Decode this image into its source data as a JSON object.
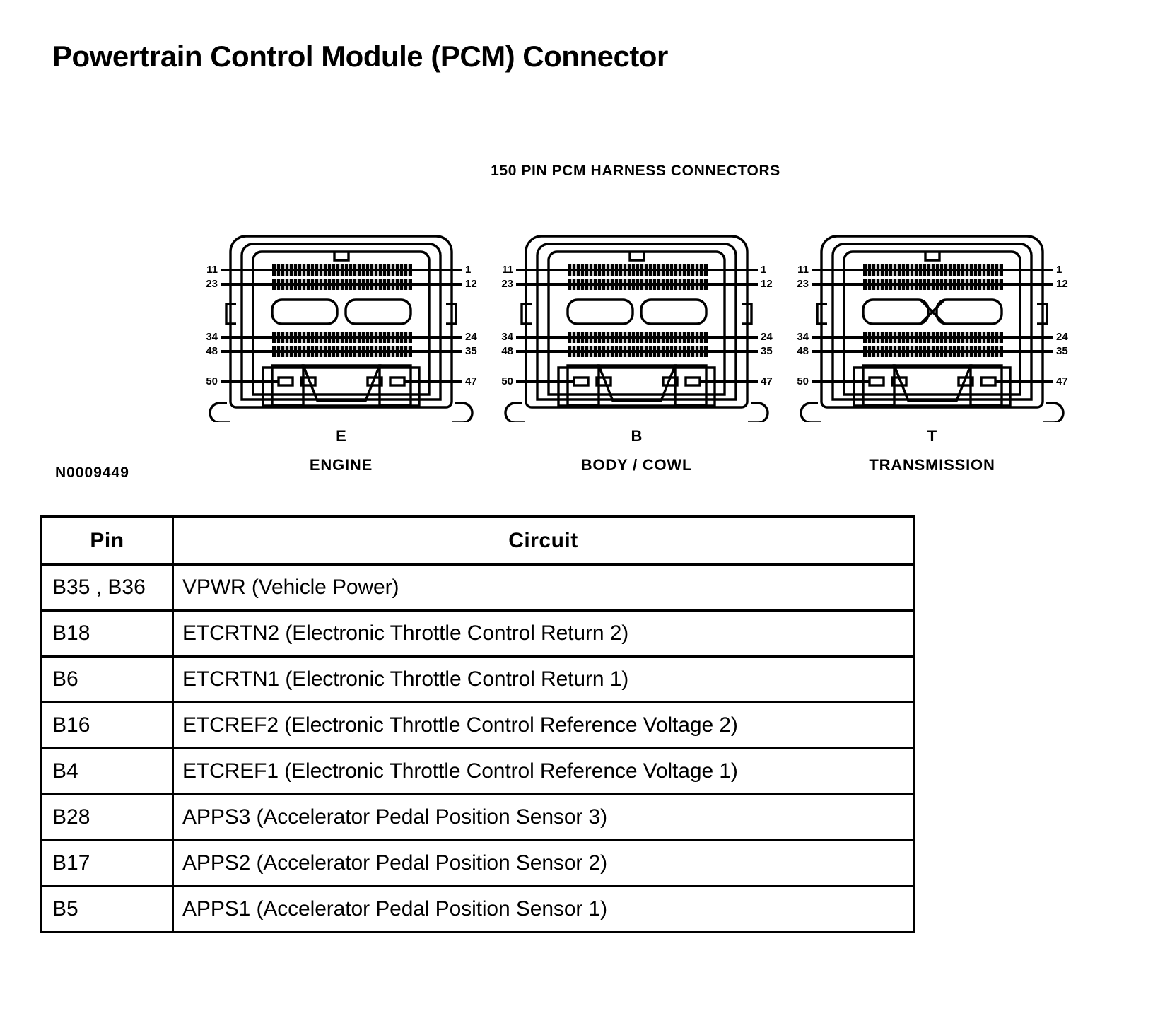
{
  "page_title": "Powertrain Control Module (PCM) Connector",
  "figure": {
    "caption": "150 PIN PCM HARNESS CONNECTORS",
    "reference_number": "N0009449",
    "pin_callouts": {
      "left": [
        "11",
        "23",
        "34",
        "48",
        "50"
      ],
      "right": [
        "1",
        "12",
        "24",
        "35",
        "47"
      ]
    },
    "connectors": [
      {
        "letter": "E",
        "name": "ENGINE"
      },
      {
        "letter": "B",
        "name": "BODY / COWL"
      },
      {
        "letter": "T",
        "name": "TRANSMISSION"
      }
    ]
  },
  "table": {
    "headers": [
      "Pin",
      "Circuit"
    ],
    "rows": [
      {
        "pin": "B35 , B36",
        "circuit": "VPWR (Vehicle Power)"
      },
      {
        "pin": "B18",
        "circuit": "ETCRTN2 (Electronic Throttle Control Return 2)"
      },
      {
        "pin": "B6",
        "circuit": "ETCRTN1 (Electronic Throttle Control Return 1)"
      },
      {
        "pin": "B16",
        "circuit": "ETCREF2 (Electronic Throttle Control Reference Voltage 2)"
      },
      {
        "pin": "B4",
        "circuit": "ETCREF1 (Electronic Throttle Control Reference Voltage 1)"
      },
      {
        "pin": "B28",
        "circuit": "APPS3 (Accelerator Pedal Position Sensor 3)"
      },
      {
        "pin": "B17",
        "circuit": "APPS2 (Accelerator Pedal Position Sensor 2)"
      },
      {
        "pin": "B5",
        "circuit": "APPS1 (Accelerator Pedal Position Sensor 1)"
      }
    ]
  },
  "colors": {
    "ink": "#000000",
    "paper": "#ffffff"
  }
}
